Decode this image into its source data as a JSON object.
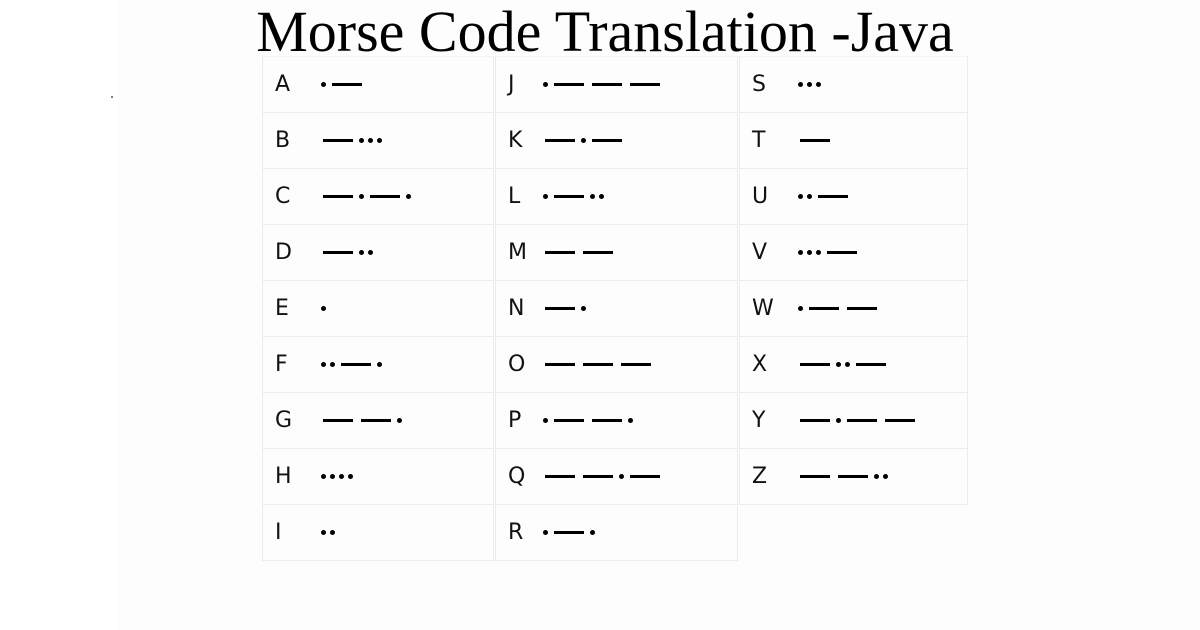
{
  "title": "Morse Code Translation -Java",
  "columns": [
    [
      {
        "letter": "A",
        "code": ".-"
      },
      {
        "letter": "B",
        "code": "-..."
      },
      {
        "letter": "C",
        "code": "-.-."
      },
      {
        "letter": "D",
        "code": "-.."
      },
      {
        "letter": "E",
        "code": "."
      },
      {
        "letter": "F",
        "code": "..-."
      },
      {
        "letter": "G",
        "code": "--."
      },
      {
        "letter": "H",
        "code": "...."
      },
      {
        "letter": "I",
        "code": ".."
      }
    ],
    [
      {
        "letter": "J",
        "code": ".---"
      },
      {
        "letter": "K",
        "code": "-.-"
      },
      {
        "letter": "L",
        "code": ".-.."
      },
      {
        "letter": "M",
        "code": "--"
      },
      {
        "letter": "N",
        "code": "-."
      },
      {
        "letter": "O",
        "code": "---"
      },
      {
        "letter": "P",
        "code": ".--."
      },
      {
        "letter": "Q",
        "code": "--.-"
      },
      {
        "letter": "R",
        "code": ".-."
      }
    ],
    [
      {
        "letter": "S",
        "code": "..."
      },
      {
        "letter": "T",
        "code": "-"
      },
      {
        "letter": "U",
        "code": "..-"
      },
      {
        "letter": "V",
        "code": "...-"
      },
      {
        "letter": "W",
        "code": ".--"
      },
      {
        "letter": "X",
        "code": "-..-"
      },
      {
        "letter": "Y",
        "code": "-.--"
      },
      {
        "letter": "Z",
        "code": "--.."
      }
    ]
  ]
}
